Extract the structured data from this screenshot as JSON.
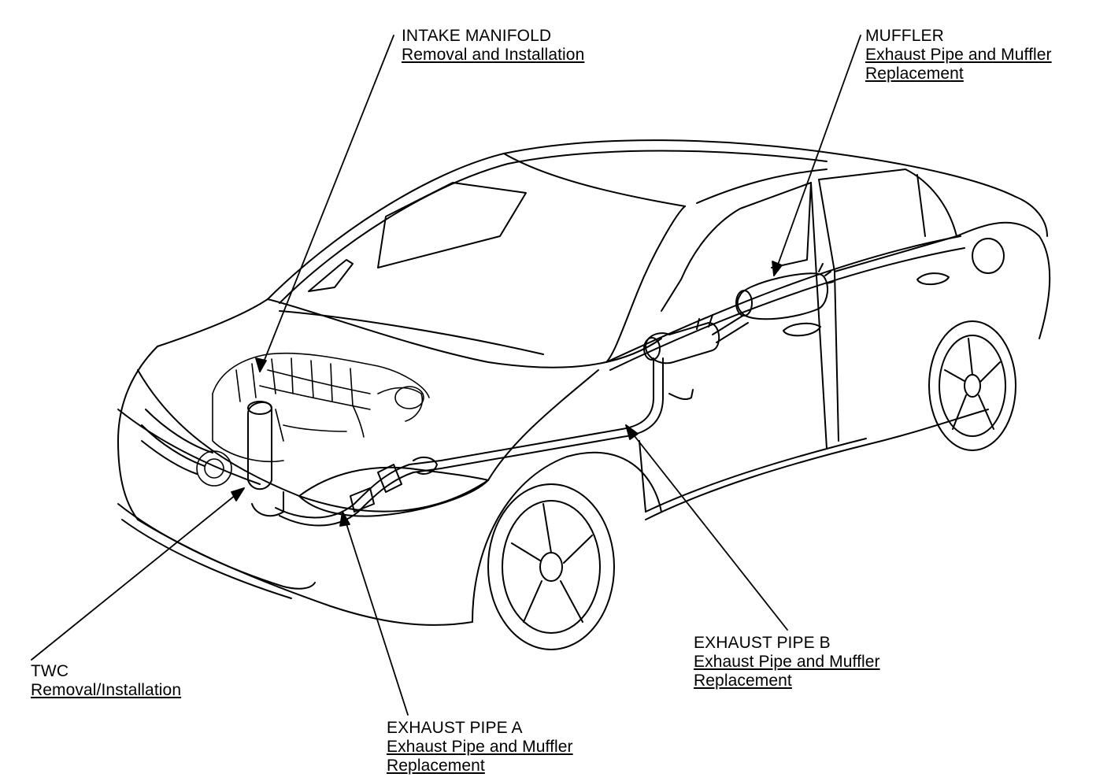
{
  "callouts": {
    "intake_manifold": {
      "title": "INTAKE MANIFOLD",
      "link_lines": [
        "Removal and Installation"
      ]
    },
    "muffler": {
      "title": "MUFFLER",
      "link_lines": [
        "Exhaust Pipe and Muffler",
        "Replacement"
      ]
    },
    "twc": {
      "title": "TWC",
      "link_lines": [
        "Removal/Installation"
      ]
    },
    "exhaust_pipe_a": {
      "title": "EXHAUST PIPE A",
      "link_lines": [
        "Exhaust Pipe and Muffler",
        "Replacement"
      ]
    },
    "exhaust_pipe_b": {
      "title": "EXHAUST PIPE B",
      "link_lines": [
        "Exhaust Pipe and Muffler",
        "Replacement"
      ]
    }
  },
  "colors": {
    "line": "#000000",
    "background": "#ffffff"
  },
  "illustration": "sedan-exhaust-system-line-drawing"
}
